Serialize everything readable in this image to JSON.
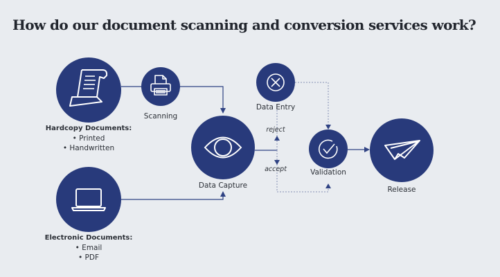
{
  "title": "How do our document scanning and conversion services work?",
  "colors": {
    "node": "#283a7b",
    "connector": "#2f4283",
    "dashed": "#8590b3",
    "background": "#e9ecf0",
    "text": "#2b2f36"
  },
  "nodes": {
    "hardcopy": {
      "icon": "scroll-document-icon",
      "heading": "Hardcopy Documents:",
      "bullets": [
        "• Printed",
        "• Handwritten"
      ]
    },
    "electronic": {
      "icon": "laptop-icon",
      "heading": "Electronic Documents:",
      "bullets": [
        "• Email",
        "• PDF"
      ]
    },
    "scanning": {
      "icon": "printer-icon",
      "label": "Scanning"
    },
    "data_capture": {
      "icon": "eye-icon",
      "label": "Data Capture"
    },
    "data_entry": {
      "icon": "x-circle-icon",
      "label": "Data Entry"
    },
    "validation": {
      "icon": "check-circle-icon",
      "label": "Validation"
    },
    "release": {
      "icon": "paper-plane-icon",
      "label": "Release"
    }
  },
  "edges": {
    "reject_label": "reject",
    "accept_label": "accept"
  }
}
